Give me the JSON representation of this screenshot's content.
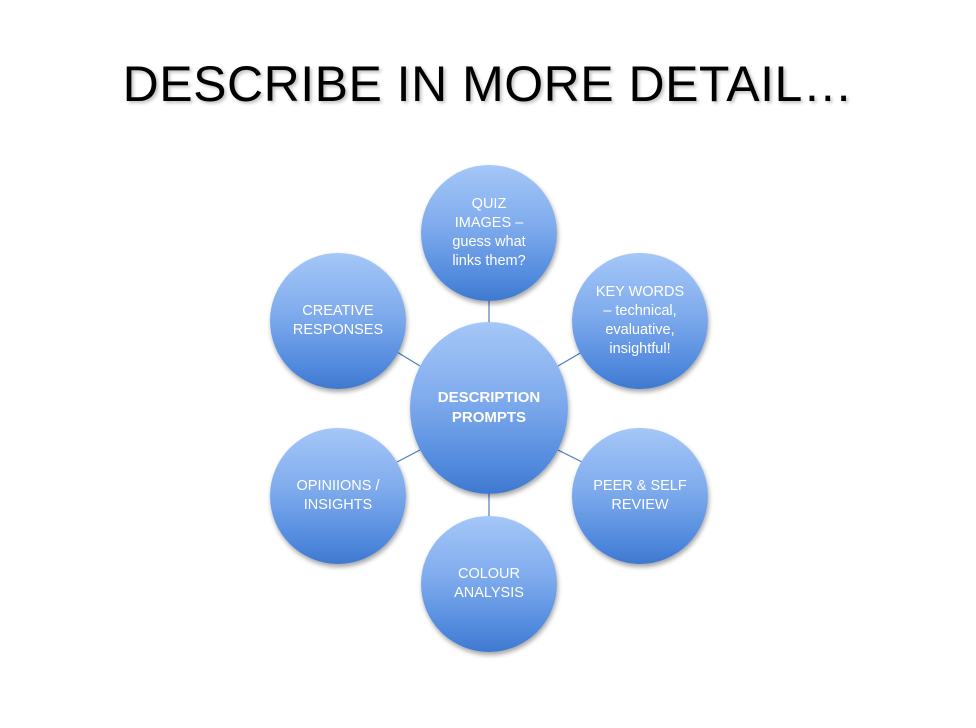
{
  "title": "DESCRIBE IN MORE DETAIL…",
  "diagram": {
    "center": "DESCRIPTION\nPROMPTS",
    "nodes": {
      "top": "QUIZ\nIMAGES –\nguess what\nlinks them?",
      "top_right": "KEY WORDS\n– technical,\nevaluative,\ninsightful!",
      "bottom_right": "PEER & SELF\nREVIEW",
      "bottom": "COLOUR\nANALYSIS",
      "bottom_left": "OPINIIONS /\nINSIGHTS",
      "top_left": "CREATIVE\nRESPONSES"
    },
    "colors": {
      "node_fill_top": "#a5c7f8",
      "node_fill_bottom": "#3f79cf",
      "connector": "#4a7ebb",
      "node_text": "#ffffff"
    }
  }
}
